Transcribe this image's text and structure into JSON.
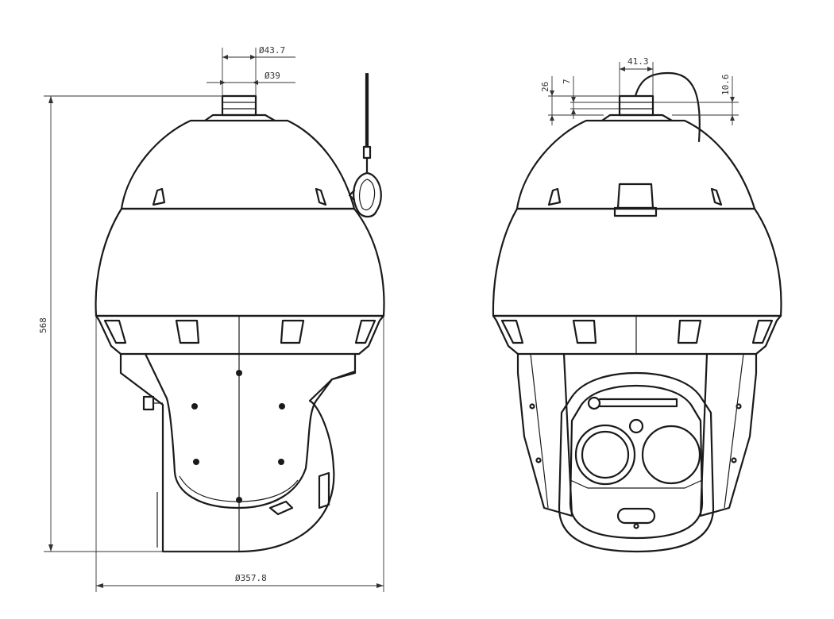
{
  "diagram": {
    "dimensions": {
      "top_outer": "43.7",
      "top_inner": "39",
      "height": "568",
      "base_width": "357.8",
      "side_gap": "41.3",
      "side_a": "26",
      "side_b": "7",
      "side_c": "10.6"
    },
    "symbols": {
      "diameter": "Ø"
    },
    "colors": {
      "line": "#1a1a1a",
      "background": "#ffffff"
    }
  }
}
